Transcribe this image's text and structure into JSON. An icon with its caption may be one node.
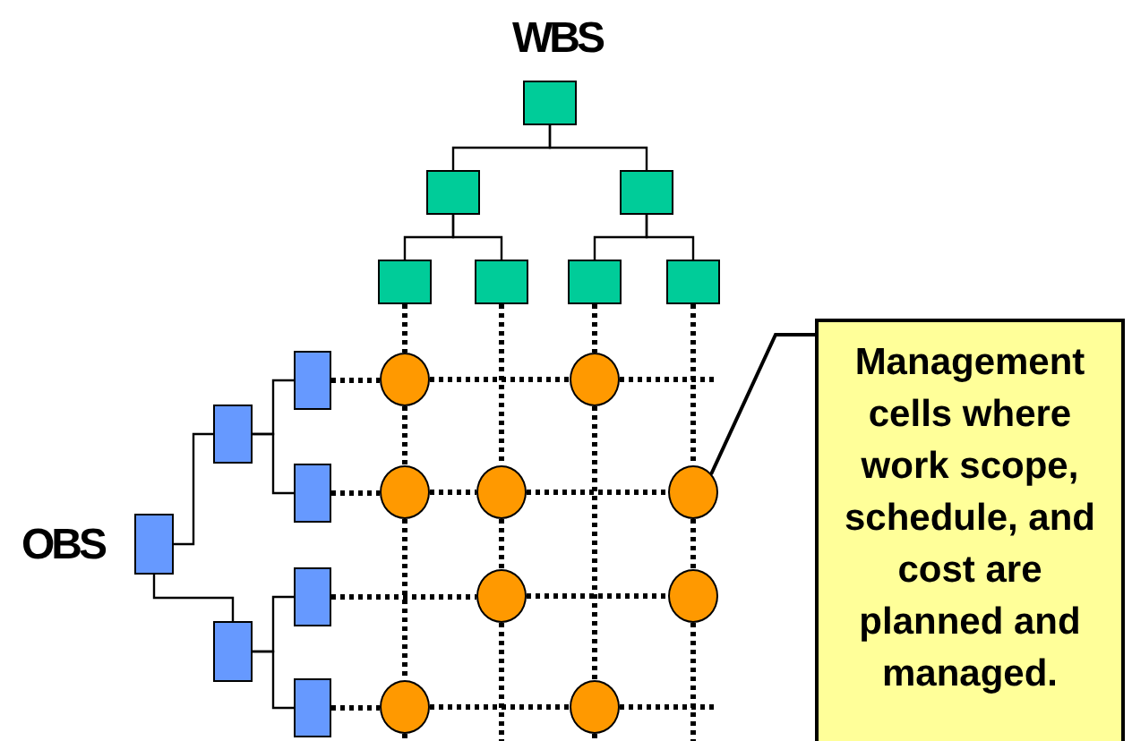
{
  "diagram": {
    "nodes": [
      {
        "text": [],
        "shape": "box"
      },
      {
        "text": [],
        "shape": "box"
      },
      {
        "text": [],
        "shape": "box"
      },
      {
        "text": [],
        "shape": "box"
      },
      {
        "text": [],
        "shape": "box"
      },
      {
        "text": [],
        "shape": "box"
      },
      {
        "text": [],
        "shape": "box"
      },
      {
        "text": [],
        "shape": "box"
      },
      {
        "text": [],
        "shape": "box"
      },
      {
        "text": [],
        "shape": "box"
      },
      {
        "text": [],
        "shape": "box"
      },
      {
        "text": [],
        "shape": "box"
      },
      {
        "text": [],
        "shape": "box"
      },
      {
        "text": [],
        "shape": "box"
      },
      {
        "text": [],
        "shape": "circle"
      },
      {
        "text": [],
        "shape": "circle"
      },
      {
        "text": [],
        "shape": "circle"
      },
      {
        "text": [],
        "shape": "circle"
      },
      {
        "text": [],
        "shape": "circle"
      },
      {
        "text": [],
        "shape": "circle"
      },
      {
        "text": [],
        "shape": "circle"
      },
      {
        "text": [],
        "shape": "circle"
      },
      {
        "text": [],
        "shape": "circle"
      },
      {
        "text": [
          "Management cells where work scope, schedule, and cost are planned and managed."
        ]
      }
    ],
    "edges": [
      {
        "from": 0,
        "to": 1,
        "arrow": "none"
      },
      {
        "from": 0,
        "to": 2,
        "arrow": "none"
      },
      {
        "from": 1,
        "to": 3,
        "arrow": "none"
      },
      {
        "from": 1,
        "to": 4,
        "arrow": "none"
      },
      {
        "from": 2,
        "to": 5,
        "arrow": "none"
      },
      {
        "from": 2,
        "to": 6,
        "arrow": "none"
      },
      {
        "from": 7,
        "to": 8,
        "arrow": "none"
      },
      {
        "from": 7,
        "to": 9,
        "arrow": "none"
      },
      {
        "from": 8,
        "to": 10,
        "arrow": "none"
      },
      {
        "from": 8,
        "to": 11,
        "arrow": "none"
      },
      {
        "from": 9,
        "to": 12,
        "arrow": "none"
      },
      {
        "from": 9,
        "to": 13,
        "arrow": "none"
      },
      {
        "from": 3,
        "to": 14,
        "arrow": "none",
        "style": "dashed"
      },
      {
        "from": 14,
        "to": 16,
        "arrow": "none",
        "style": "dashed"
      },
      {
        "from": 16,
        "to": 21,
        "arrow": "none",
        "style": "dashed"
      },
      {
        "from": 21,
        "to": null,
        "arrow": "none",
        "style": "dashed"
      },
      {
        "from": 4,
        "to": 17,
        "arrow": "none",
        "style": "dashed"
      },
      {
        "from": 17,
        "to": 19,
        "arrow": "none",
        "style": "dashed"
      },
      {
        "from": 19,
        "to": null,
        "arrow": "none",
        "style": "dashed"
      },
      {
        "from": 5,
        "to": 15,
        "arrow": "none",
        "style": "dashed"
      },
      {
        "from": 15,
        "to": 22,
        "arrow": "none",
        "style": "dashed"
      },
      {
        "from": 22,
        "to": null,
        "arrow": "none",
        "style": "dashed"
      },
      {
        "from": 6,
        "to": 18,
        "arrow": "none",
        "style": "dashed"
      },
      {
        "from": 18,
        "to": 20,
        "arrow": "none",
        "style": "dashed"
      },
      {
        "from": 20,
        "to": null,
        "arrow": "none",
        "style": "dashed"
      },
      {
        "from": 10,
        "to": 14,
        "arrow": "none",
        "style": "dashed"
      },
      {
        "from": 14,
        "to": 15,
        "arrow": "none",
        "style": "dashed"
      },
      {
        "from": 15,
        "to": null,
        "arrow": "none",
        "style": "dashed"
      },
      {
        "from": 11,
        "to": 16,
        "arrow": "none",
        "style": "dashed"
      },
      {
        "from": 16,
        "to": 17,
        "arrow": "none",
        "style": "dashed"
      },
      {
        "from": 17,
        "to": 18,
        "arrow": "none",
        "style": "dashed"
      },
      {
        "from": 12,
        "to": 19,
        "arrow": "none",
        "style": "dashed"
      },
      {
        "from": 19,
        "to": 20,
        "arrow": "none",
        "style": "dashed"
      },
      {
        "from": 13,
        "to": 21,
        "arrow": "none",
        "style": "dashed"
      },
      {
        "from": 21,
        "to": 22,
        "arrow": "none",
        "style": "dashed"
      },
      {
        "from": 22,
        "to": null,
        "arrow": "none",
        "style": "dashed"
      },
      {
        "from": 23,
        "to": 18,
        "arrow": "none"
      }
    ],
    "labels": [
      "WBS",
      "OBS"
    ]
  }
}
